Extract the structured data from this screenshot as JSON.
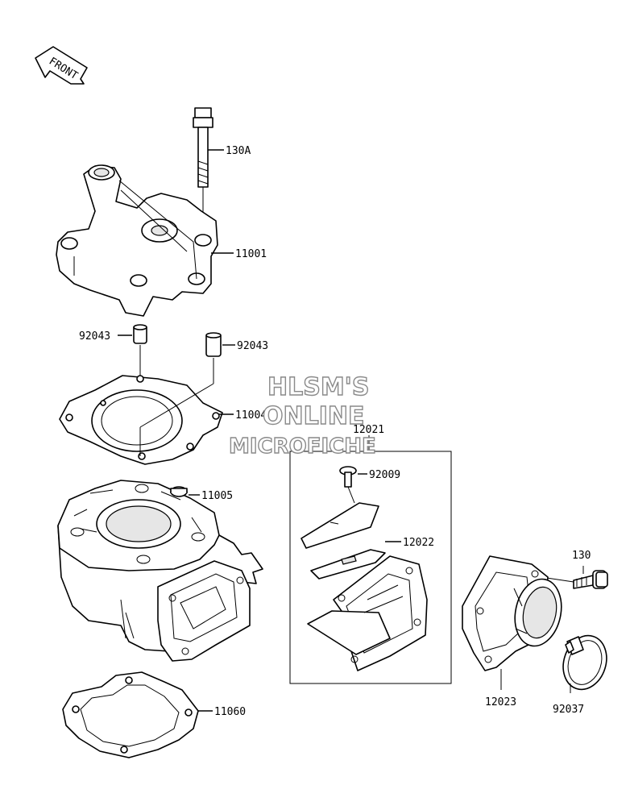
{
  "front_badge": {
    "text": "FRONT"
  },
  "watermark": {
    "line1": "HLSM'S",
    "line2": "ONLINE",
    "line3": "MICROFICHE"
  },
  "labels": {
    "p130A": "130A",
    "p11001": "11001",
    "p92043_left": "92043",
    "p92043_right": "92043",
    "p11004": "11004",
    "p11005": "11005",
    "p11060": "11060",
    "p12021": "12021",
    "p92009": "92009",
    "p12022": "12022",
    "p130": "130",
    "p12023": "12023",
    "p92037": "92037"
  }
}
